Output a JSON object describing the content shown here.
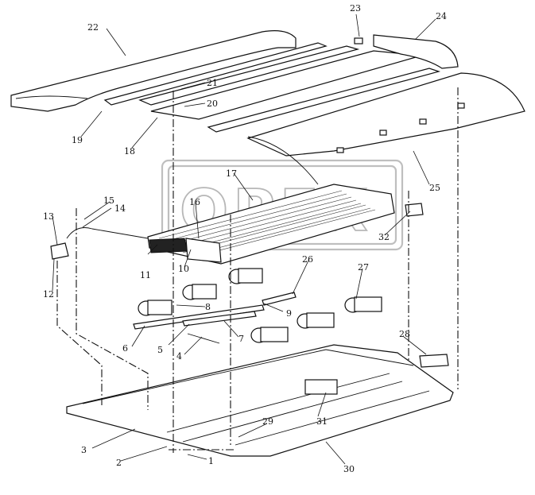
{
  "diagram": {
    "type": "exploded-parts-diagram",
    "watermark_text": "OPEX",
    "part_labels": [
      "1",
      "2",
      "3",
      "4",
      "5",
      "6",
      "7",
      "8",
      "9",
      "10",
      "11",
      "12",
      "13",
      "14",
      "15",
      "16",
      "17",
      "18",
      "19",
      "20",
      "21",
      "22",
      "23",
      "24",
      "25",
      "26",
      "27",
      "28",
      "29",
      "30",
      "31",
      "32"
    ]
  }
}
